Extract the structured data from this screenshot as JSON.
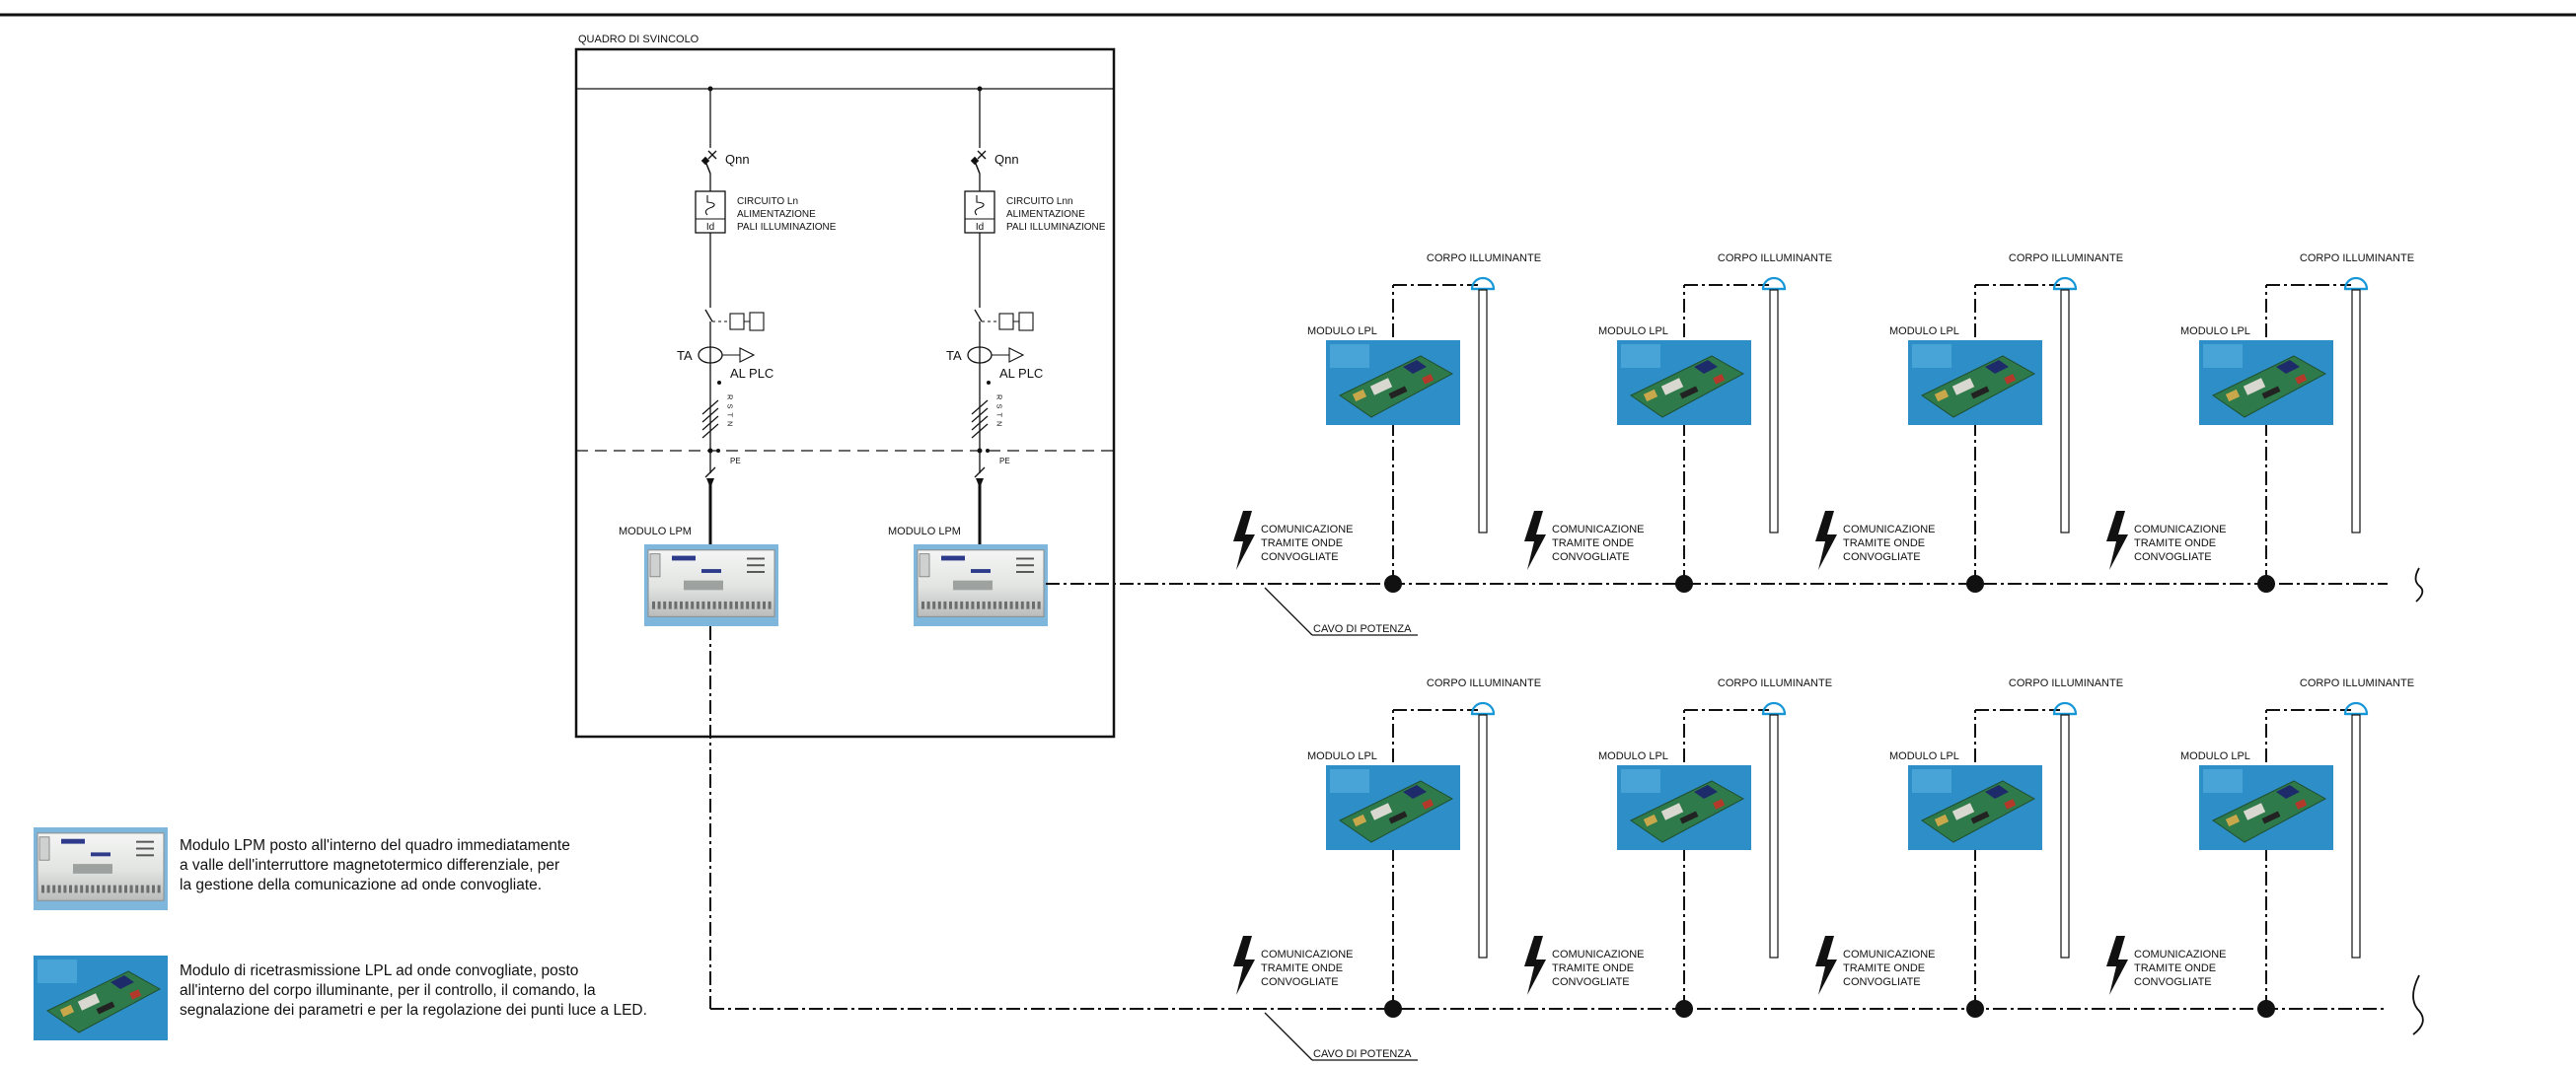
{
  "panel": {
    "title": "QUADRO DI SVINCOLO",
    "breaker_label": "Qnn",
    "differential_code": "Id",
    "ta_label": "TA",
    "al_plc_label": "AL  PLC",
    "phase_letters": "R S T N",
    "pe_label": "PE",
    "lpm_label": "MODULO LPM",
    "circuits": [
      {
        "circuit_name": "CIRCUITO Ln",
        "line2": "ALIMENTAZIONE",
        "line3": "PALI ILLUMINAZIONE"
      },
      {
        "circuit_name": "CIRCUITO Lnn",
        "line2": "ALIMENTAZIONE",
        "line3": "PALI ILLUMINAZIONE"
      }
    ]
  },
  "field": {
    "corpo_label": "CORPO ILLUMINANTE",
    "lpl_label": "MODULO LPL",
    "communication_text": [
      "COMUNICAZIONE",
      "TRAMITE ONDE",
      "CONVOGLIATE"
    ],
    "cable_label": "CAVO DI POTENZA",
    "rows": 2,
    "poles_per_row": 4
  },
  "legend": {
    "lpm_description": "Modulo LPM posto all'interno del quadro immediatamente\na valle dell'interruttore magnetotermico differenziale, per\nla gestione della comunicazione ad onde convogliate.",
    "lpl_description": "Modulo di ricetrasmissione LPL  ad onde convogliate, posto\nall'interno del corpo illuminante, per il controllo, il comando, la\nsegnalazione dei parametri e per la regolazione dei punti luce a LED."
  },
  "colors": {
    "lamp_blue": "#1596d6",
    "photo_blue": "#2e8fc8",
    "pcb_green": "#2f7a4a"
  }
}
